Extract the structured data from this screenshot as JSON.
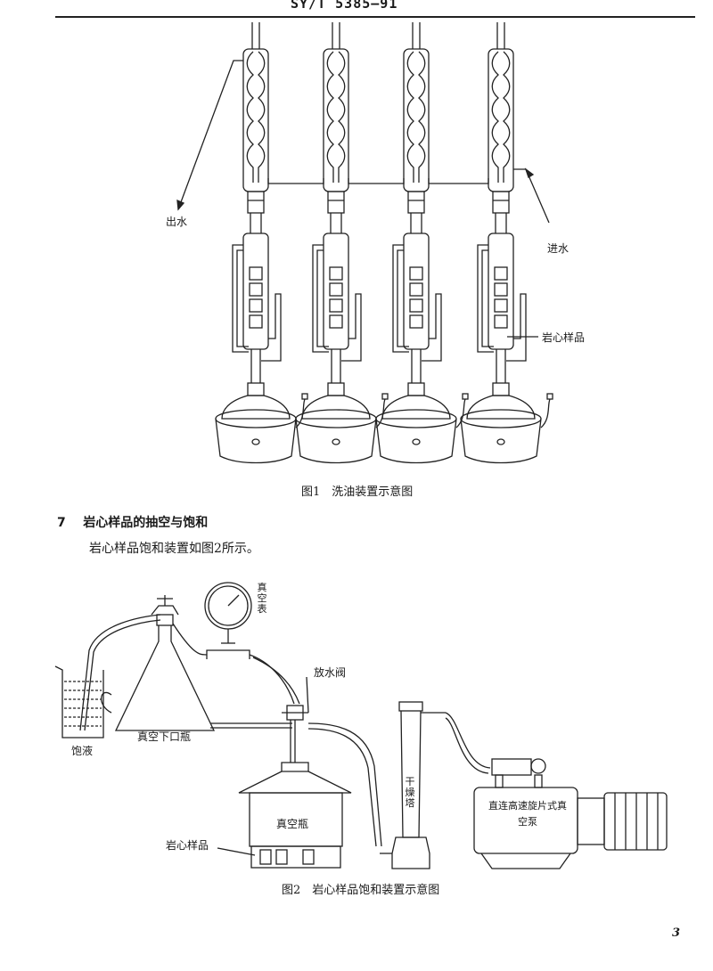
{
  "header": {
    "standard_no": "SY/T 5385—91"
  },
  "figure1": {
    "caption": "图1　洗油装置示意图",
    "labels": {
      "water_out": "出水",
      "water_in": "进水",
      "core_sample": "岩心样品"
    }
  },
  "section7": {
    "number": "7",
    "title": "岩心样品的抽空与饱和",
    "text": "岩心样品饱和装置如图2所示。"
  },
  "figure2": {
    "caption": "图2　岩心样品饱和装置示意图",
    "labels": {
      "vacuum_gauge": "真空表",
      "drain_valve": "放水阀",
      "lower_outlet_flask": "真空下口瓶",
      "saturating_liquid": "饱液",
      "drying_tower": "干燥塔",
      "vacuum_pump": "直连高速旋片式真空泵",
      "vacuum_bottle": "真空瓶",
      "core_sample": "岩心样品"
    }
  },
  "page_number": "3"
}
